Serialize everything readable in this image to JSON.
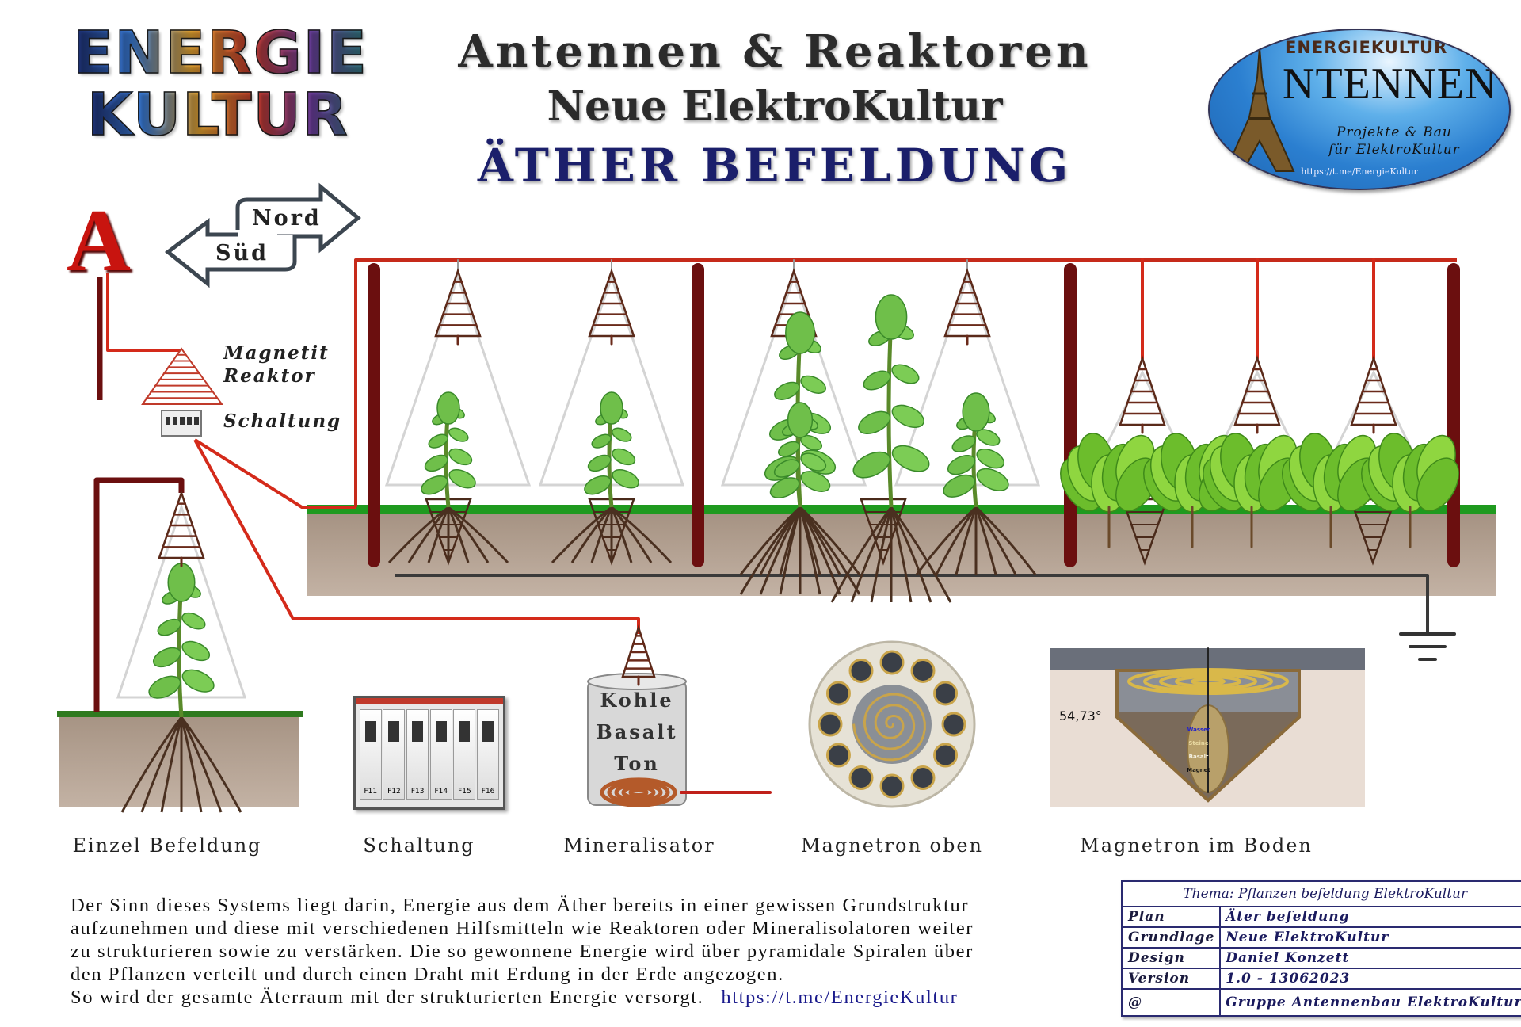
{
  "logo": {
    "line1": "ENERGIE",
    "line2": "KULTUR"
  },
  "titles": {
    "line1": "Antennen & Reaktoren",
    "line2": "Neue ElektroKultur",
    "line3": "ÄTHER BEFELDUNG"
  },
  "badge": {
    "brand": "ENERGIEKULTUR",
    "big": "NTENNEN",
    "sub1": "Projekte & Bau",
    "sub2": "für ElektroKultur",
    "url": "https://t.me/EnergieKultur"
  },
  "compass": {
    "north": "Nord",
    "south": "Süd",
    "antenna_letter": "A"
  },
  "left_labels": {
    "reactor1": "Magnetit",
    "reactor2": "Reaktor",
    "switch": "Schaltung"
  },
  "switch_fuses": [
    "F11",
    "F12",
    "F13",
    "F14",
    "F15",
    "F16"
  ],
  "mineralisator_layers": [
    "Kohle",
    "Basalt",
    "Ton"
  ],
  "magnetron_boden": {
    "angle": "54,73°",
    "layers": [
      "Wasser",
      "Steine",
      "Basalt",
      "Magnet"
    ]
  },
  "captions": [
    "Einzel Befeldung",
    "Schaltung",
    "Mineralisator",
    "Magnetron oben",
    "Magnetron im Boden"
  ],
  "description": {
    "lines": [
      "Der Sinn dieses Systems liegt darin, Energie aus dem Äther bereits in einer gewissen Grundstruktur",
      "aufzunehmen und diese mit verschiedenen Hilfsmitteln wie Reaktoren oder Mineralisolatoren weiter",
      "zu strukturieren sowie zu verstärken. Die so gewonnene Energie wird über pyramidale Spiralen über",
      "den Pflanzen verteilt und durch einen Draht mit Erdung in der Erde angezogen.",
      "So wird der gesamte Äterraum mit der strukturierten Energie versorgt."
    ],
    "link": "https://t.me/EnergieKultur"
  },
  "info_table": {
    "header": "Thema: Pflanzen befeldung ElektroKultur",
    "rows": [
      {
        "key": "Plan",
        "value": "Äter befeldung"
      },
      {
        "key": "Grundlage",
        "value": "Neue ElektroKultur"
      },
      {
        "key": "Design",
        "value": "Daniel Konzett"
      },
      {
        "key": "Version",
        "value": "1.0 - 13062023"
      },
      {
        "key": "@",
        "value": "Gruppe Antennenbau ElektroKultur"
      }
    ]
  },
  "colors": {
    "wire": "#d42a1a",
    "post": "#6b0f0f",
    "grass": "#1f9a1f",
    "soil": "#b9a596",
    "title_blue": "#1b1f6b",
    "table": "#2a2a70",
    "leaf": "#6fbf4a"
  }
}
